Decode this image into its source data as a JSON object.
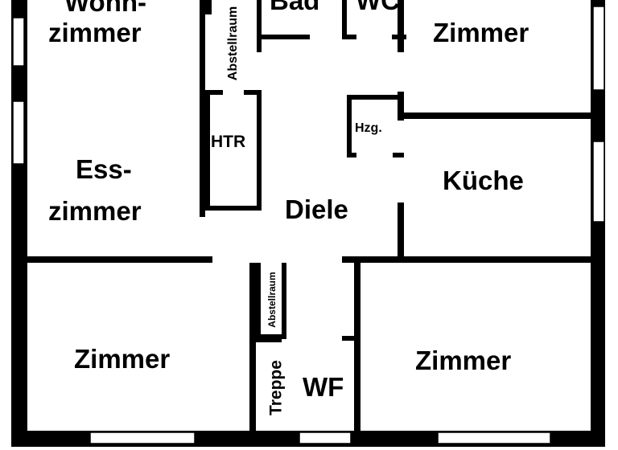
{
  "rooms": {
    "wohnzimmer_line1": "Wohn-",
    "wohnzimmer_line2": "zimmer",
    "bad": "Bad",
    "wc": "WC",
    "zimmer_ne": "Zimmer",
    "abstellraum_upper": "Abstellraum",
    "htr": "HTR",
    "hzg": "Hzg.",
    "esszimmer_line1": "Ess-",
    "esszimmer_line2": "zimmer",
    "kueche": "Küche",
    "diele": "Diele",
    "abstellraum_lower": "Abstellraum",
    "zimmer_sw": "Zimmer",
    "treppe": "Treppe",
    "wf": "WF",
    "zimmer_se": "Zimmer"
  }
}
